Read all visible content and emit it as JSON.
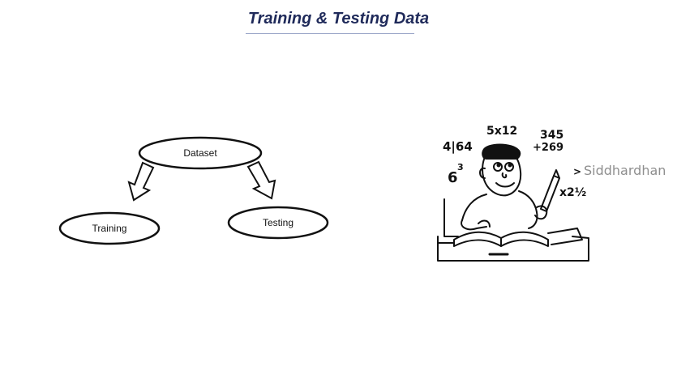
{
  "title": "Training & Testing Data",
  "diagram": {
    "nodes": {
      "dataset": "Dataset",
      "training": "Training",
      "testing": "Testing"
    }
  },
  "illustration": {
    "subject": "cartoon-student-doing-math",
    "math_labels": {
      "division": "4|64",
      "multiply": "5x12",
      "add_top": "345",
      "add_bottom": "+269",
      "power_base": "6",
      "power_exp": "3",
      "fraction": "x2½",
      "greater": ">"
    }
  },
  "watermark": "Siddhardhan"
}
